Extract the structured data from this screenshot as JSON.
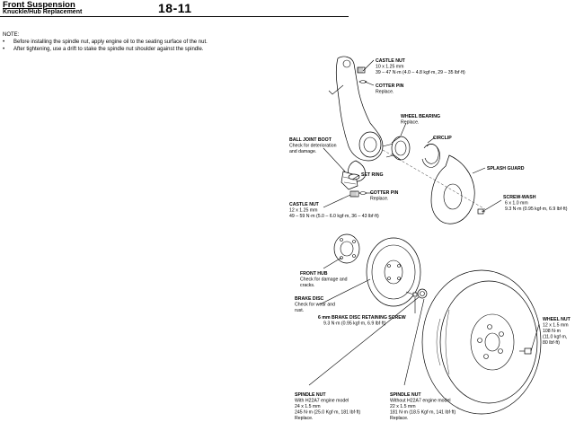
{
  "header": {
    "section": "Front Suspension",
    "subsection": "Knuckle/Hub Replacement",
    "page": "18-11"
  },
  "note": {
    "label": "NOTE:",
    "items": [
      "Before installing the spindle nut, apply engine oil to the seating surface of the nut.",
      "After tightening, use a drift to stake the spindle nut shoulder against the spindle."
    ]
  },
  "labels": {
    "castle_nut_top": {
      "name": "CASTLE NUT",
      "l1": "10 x 1.25 mm",
      "l2": "39 – 47 N·m (4.0 – 4.8 kgf·m, 29 – 35 lbf·ft)"
    },
    "cotter_pin_top": {
      "name": "COTTER PIN",
      "l1": "Replace."
    },
    "wheel_bearing": {
      "name": "WHEEL BEARING",
      "l1": "Replace."
    },
    "circlip": {
      "name": "CIRCLIP"
    },
    "ball_joint_boot": {
      "name": "BALL JOINT BOOT",
      "l1": "Check for deterioration",
      "l2": "and damage."
    },
    "splash_guard": {
      "name": "SPLASH GUARD"
    },
    "set_ring": {
      "name": "SET RING"
    },
    "cotter_pin_low": {
      "name": "COTTER PIN",
      "l1": "Replace."
    },
    "screw_washer": {
      "name": "SCREW-WASH",
      "l1": "6 x 1.0 mm",
      "l2": "9.3 N·m (0.95 kgf·m, 6.9 lbf·ft)"
    },
    "castle_nut_low": {
      "name": "CASTLE NUT",
      "l1": "12 x 1.25 mm",
      "l2": "49 – 59 N·m (5.0 – 6.0 kgf·m, 36 – 43 lbf·ft)"
    },
    "front_hub": {
      "name": "FRONT HUB",
      "l1": "Check for damage and",
      "l2": "cracks."
    },
    "brake_disc": {
      "name": "BRAKE DISC",
      "l1": "Check for wear and",
      "l2": "rust."
    },
    "disc_screw": {
      "name": "6 mm BRAKE DISC RETAINING SCREW",
      "l1": "9.3 N·m (0.95 kgf·m, 6.9 lbf·ft)"
    },
    "wheel_nut": {
      "name": "WHEEL NUT",
      "l1": "12 x 1.5 mm",
      "l2": "108 N·m",
      "l3": "(11.0 kgf·m,",
      "l4": "80 lbf·ft)"
    },
    "spindle_nut_a": {
      "name": "SPINDLE NUT",
      "l1": "With H22A7 engine model",
      "l2": "24 x 1.5 mm",
      "l3": "245 N·m (25.0 Kgf·m, 181 lbf·ft)",
      "l4": "Replace."
    },
    "spindle_nut_b": {
      "name": "SPINDLE NUT",
      "l1": "Without H22A7 engine model",
      "l2": "22 x 1.5 mm",
      "l3": "181 N·m (18.5 Kgf·m, 141 lbf·ft)",
      "l4": "Replace."
    }
  }
}
